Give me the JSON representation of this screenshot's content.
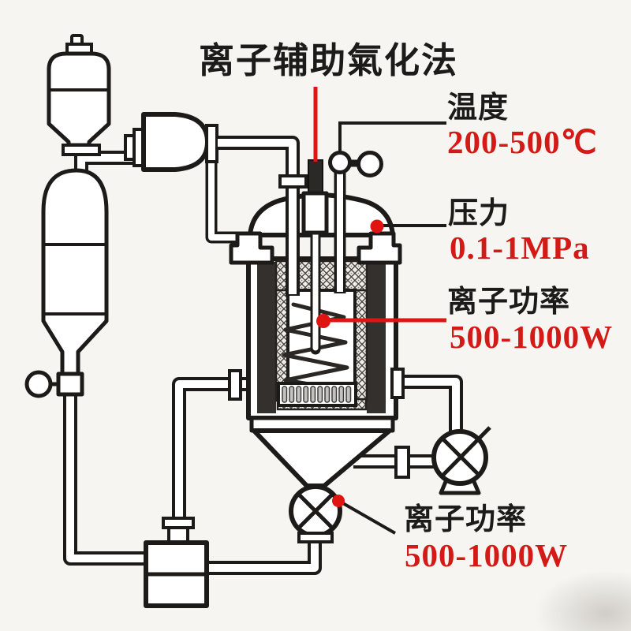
{
  "title": "离子辅助氣化法",
  "callouts": {
    "temperature": {
      "label": "温度",
      "value": "200-500℃"
    },
    "pressure": {
      "label": "压力",
      "value": "0.1-1MPa"
    },
    "ion_power_reactor": {
      "label": "离子功率",
      "value": "500-1000W"
    },
    "ion_power_valve": {
      "label": "离子功率",
      "value": "500-1000W"
    }
  },
  "colors": {
    "accent_red": "#d31a17",
    "line_black": "#1d1b19",
    "background": "#f7f5f1"
  },
  "diagram": {
    "components": [
      "feed-bottle-icon",
      "separator-column-icon",
      "hand-valve-icon",
      "motor-head-icon",
      "pressure-gauge-icon",
      "electrode-probe-icon",
      "reactor-vessel-icon",
      "insulation-lining-icon",
      "heater-coil-icon",
      "distributor-grate-icon",
      "drain-valve-icon",
      "circulation-pump-icon",
      "collector-tank-icon"
    ]
  }
}
